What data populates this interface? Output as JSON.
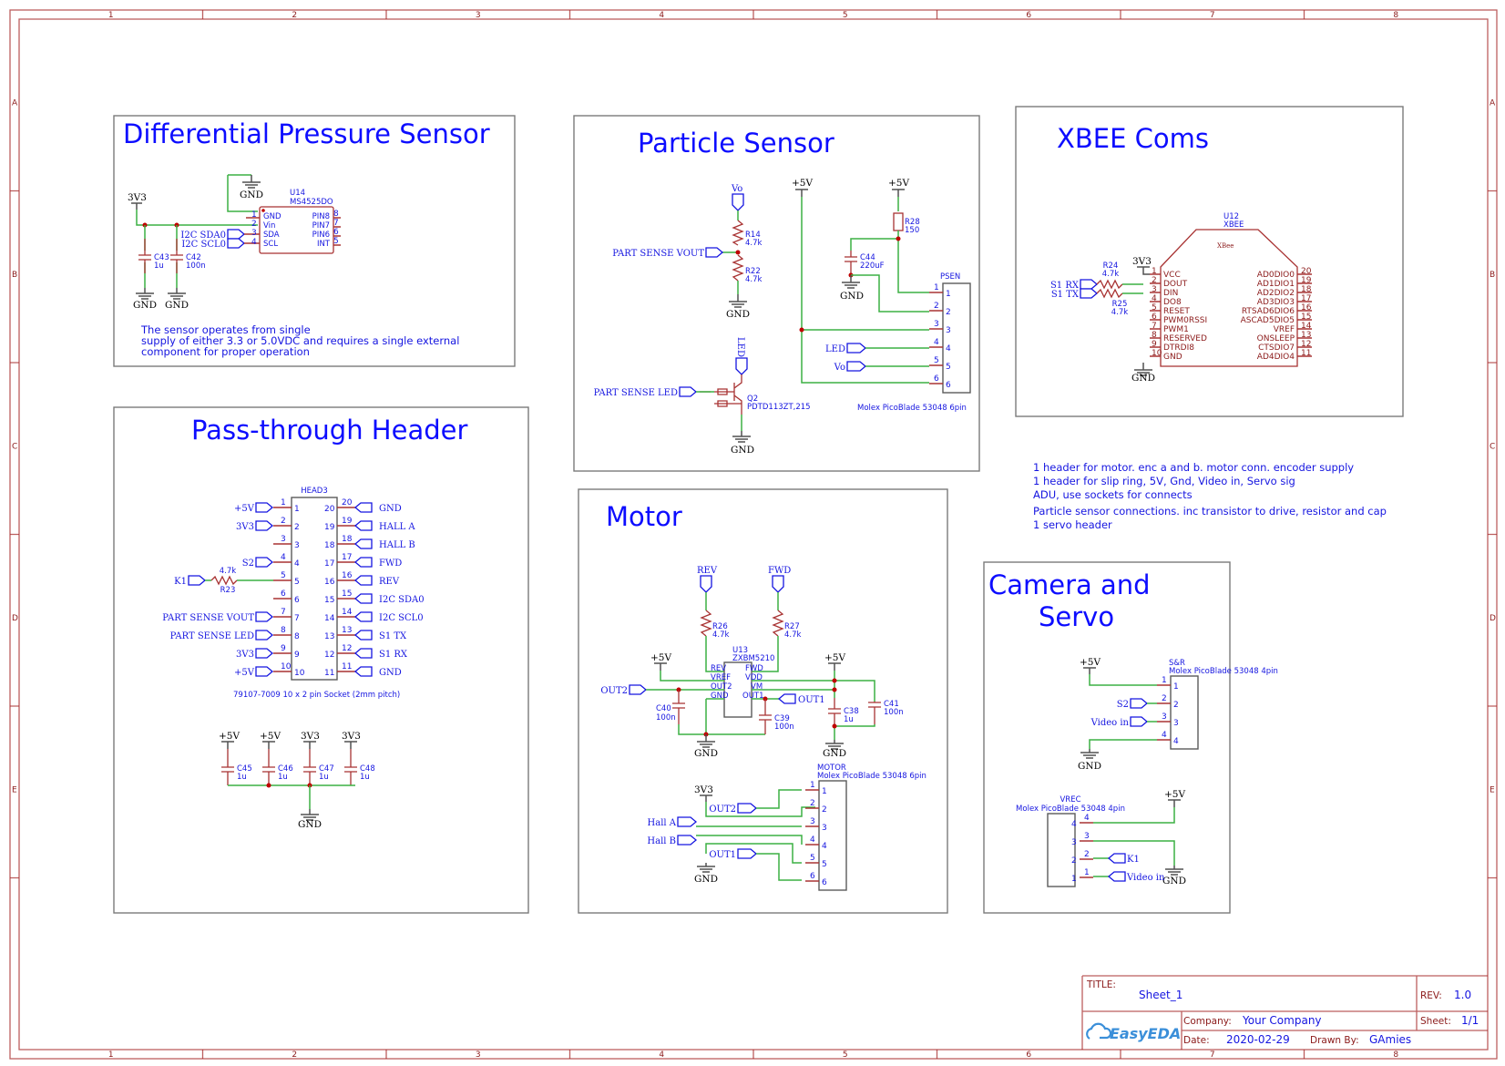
{
  "app": "EasyEDA",
  "frame": {
    "columns": [
      "1",
      "2",
      "3",
      "4",
      "5",
      "6",
      "7",
      "8"
    ],
    "rows": [
      "A",
      "B",
      "C",
      "D",
      "E"
    ]
  },
  "sections": {
    "pressure": {
      "title": "Differential Pressure Sensor",
      "note": [
        "The sensor operates from single",
        "supply of either 3.3 or 5.0VDC and requires a single external",
        "component for proper operation"
      ],
      "u14": {
        "ref": "U14",
        "part": "MS4525DO",
        "left_pins": [
          {
            "n": "1",
            "name": "GND"
          },
          {
            "n": "2",
            "name": "Vin"
          },
          {
            "n": "3",
            "name": "SDA"
          },
          {
            "n": "4",
            "name": "SCL"
          }
        ],
        "right_pins": [
          {
            "n": "8",
            "name": "PIN8"
          },
          {
            "n": "7",
            "name": "PIN7"
          },
          {
            "n": "6",
            "name": "PIN6"
          },
          {
            "n": "5",
            "name": "INT"
          }
        ]
      },
      "power": "3V3",
      "gnd": "GND",
      "ports": [
        "I2C SDA0",
        "I2C SCL0"
      ],
      "caps": [
        {
          "ref": "C43",
          "val": "1u"
        },
        {
          "ref": "C42",
          "val": "100n"
        }
      ]
    },
    "particle": {
      "title": "Particle Sensor",
      "vo": "Vo",
      "led": "LED",
      "p5v": "+5V",
      "gnd": "GND",
      "vout_port": "PART SENSE VOUT",
      "led_port": "PART SENSE LED",
      "r14": {
        "ref": "R14",
        "val": "4.7k"
      },
      "r22": {
        "ref": "R22",
        "val": "4.7k"
      },
      "q2": {
        "ref": "Q2",
        "val": "PDTD113ZT,215"
      },
      "r28": {
        "ref": "R28",
        "val": "150"
      },
      "c44": {
        "ref": "C44",
        "val": "220uF"
      },
      "psen": {
        "ref": "PSEN",
        "part": "Molex PicoBlade 53048 6pin",
        "pins": [
          "1",
          "2",
          "3",
          "4",
          "5",
          "6"
        ]
      }
    },
    "xbee": {
      "title": "XBEE Coms",
      "u12": {
        "ref": "U12",
        "part": "XBEE",
        "body": "XBee"
      },
      "left_pins": [
        {
          "n": "1",
          "name": "VCC"
        },
        {
          "n": "2",
          "name": "DOUT"
        },
        {
          "n": "3",
          "name": "DIN"
        },
        {
          "n": "4",
          "name": "DO8"
        },
        {
          "n": "5",
          "name": "RESET"
        },
        {
          "n": "6",
          "name": "PWM0RSSI"
        },
        {
          "n": "7",
          "name": "PWM1"
        },
        {
          "n": "8",
          "name": "RESERVED"
        },
        {
          "n": "9",
          "name": "DTRDI8"
        },
        {
          "n": "10",
          "name": "GND"
        }
      ],
      "right_pins": [
        {
          "n": "20",
          "name": "AD0DIO0"
        },
        {
          "n": "19",
          "name": "AD1DIO1"
        },
        {
          "n": "18",
          "name": "AD2DIO2"
        },
        {
          "n": "17",
          "name": "AD3DIO3"
        },
        {
          "n": "16",
          "name": "RTSAD6DIO6"
        },
        {
          "n": "15",
          "name": "ASCAD5DIO5"
        },
        {
          "n": "14",
          "name": "VREF"
        },
        {
          "n": "13",
          "name": "ONSLEEP"
        },
        {
          "n": "12",
          "name": "CTSDIO7"
        },
        {
          "n": "11",
          "name": "AD4DIO4"
        }
      ],
      "power": "3V3",
      "gnd": "GND",
      "ports": [
        "S1 RX",
        "S1 TX"
      ],
      "r24": {
        "ref": "R24",
        "val": "4.7k"
      },
      "r25": {
        "ref": "R25",
        "val": "4.7k"
      }
    },
    "notes": [
      "1 header for motor. enc a and b. motor conn. encoder supply",
      "1 header for slip ring, 5V, Gnd, Video in, Servo sig",
      "ADU, use sockets for connects",
      "Particle sensor connections. inc transistor to drive, resistor and cap",
      "1 servo header"
    ],
    "header": {
      "title": "Pass-through Header",
      "ref": "HEAD3",
      "part": "79107-7009 10 x 2 pin Socket (2mm pitch)",
      "left": [
        {
          "n": "1",
          "net": "+5V"
        },
        {
          "n": "2",
          "net": "3V3"
        },
        {
          "n": "3",
          "net": ""
        },
        {
          "n": "4",
          "net": "S2"
        },
        {
          "n": "5",
          "net": "K1"
        },
        {
          "n": "6",
          "net": ""
        },
        {
          "n": "7",
          "net": "PART SENSE VOUT"
        },
        {
          "n": "8",
          "net": "PART SENSE LED"
        },
        {
          "n": "9",
          "net": "3V3"
        },
        {
          "n": "10",
          "net": "+5V"
        }
      ],
      "right": [
        {
          "n": "20",
          "net": "GND"
        },
        {
          "n": "19",
          "net": "HALL A"
        },
        {
          "n": "18",
          "net": "HALL B"
        },
        {
          "n": "17",
          "net": "FWD"
        },
        {
          "n": "16",
          "net": "REV"
        },
        {
          "n": "15",
          "net": "I2C SDA0"
        },
        {
          "n": "14",
          "net": "I2C SCL0"
        },
        {
          "n": "13",
          "net": "S1 TX"
        },
        {
          "n": "12",
          "net": "S1 RX"
        },
        {
          "n": "11",
          "net": "GND"
        }
      ],
      "r23": {
        "ref": "R23",
        "val": "4.7k"
      },
      "decoupling": [
        {
          "ref": "C45",
          "val": "1u",
          "pwr": "+5V"
        },
        {
          "ref": "C46",
          "val": "1u",
          "pwr": "+5V"
        },
        {
          "ref": "C47",
          "val": "1u",
          "pwr": "3V3"
        },
        {
          "ref": "C48",
          "val": "1u",
          "pwr": "3V3"
        }
      ],
      "gnd": "GND"
    },
    "motor": {
      "title": "Motor",
      "rev": "REV",
      "fwd": "FWD",
      "p5v": "+5V",
      "gnd": "GND",
      "p3v3": "3V3",
      "r26": {
        "ref": "R26",
        "val": "4.7k"
      },
      "r27": {
        "ref": "R27",
        "val": "4.7k"
      },
      "u13": {
        "ref": "U13",
        "part": "ZXBM5210",
        "left": [
          "REV",
          "VREF",
          "OUT2",
          "GND"
        ],
        "right": [
          "FWD",
          "VDD",
          "VM",
          "OUT1"
        ]
      },
      "caps": [
        {
          "ref": "C40",
          "val": "100n"
        },
        {
          "ref": "C39",
          "val": "100n"
        },
        {
          "ref": "C38",
          "val": "1u"
        },
        {
          "ref": "C41",
          "val": "100n"
        }
      ],
      "ports": [
        "OUT2",
        "OUT1",
        "Hall A",
        "Hall B"
      ],
      "conn": {
        "ref": "MOTOR",
        "part": "Molex PicoBlade 53048 6pin",
        "pins": [
          "1",
          "2",
          "3",
          "4",
          "5",
          "6"
        ]
      }
    },
    "camera": {
      "title1": "Camera  and",
      "title2": "Servo",
      "p5v": "+5V",
      "gnd": "GND",
      "sr": {
        "ref": "S&R",
        "part": "Molex PicoBlade 53048 4pin",
        "pins": [
          "1",
          "2",
          "3",
          "4"
        ]
      },
      "vrec": {
        "ref": "VREC",
        "part": "Molex PicoBlade 53048 4pin",
        "pins": [
          "4",
          "3",
          "2",
          "1"
        ]
      },
      "ports": [
        "S2",
        "Video in",
        "K1",
        "Video in"
      ]
    }
  },
  "titleblock": {
    "title_label": "TITLE:",
    "title": "Sheet_1",
    "rev_label": "REV:",
    "rev": "1.0",
    "company_label": "Company:",
    "company": "Your Company",
    "sheet_label": "Sheet:",
    "sheet": "1/1",
    "date_label": "Date:",
    "date": "2020-02-29",
    "drawn_label": "Drawn By:",
    "drawn": "GAmies",
    "logo": "EasyEDA"
  }
}
